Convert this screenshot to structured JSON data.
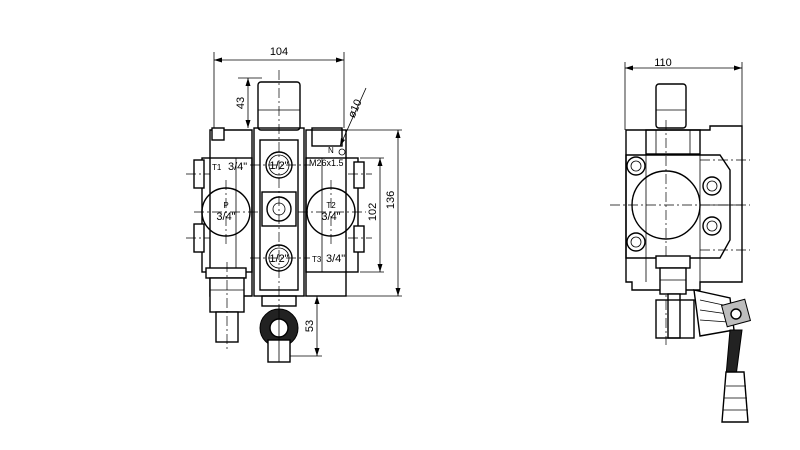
{
  "front_view": {
    "dim_width": "104",
    "dim_top": "43",
    "dim_hole": "ø10",
    "dim_height_outer": "136",
    "dim_height_inner": "102",
    "dim_handle": "53",
    "port_T1": "T1",
    "port_T1_size": "3/4\"",
    "port_N": "N",
    "port_N_thread": "M26x1.5",
    "port_P": "P",
    "port_P_size": "3/4\"",
    "port_T2": "T2",
    "port_T2_size": "3/4\"",
    "port_T3": "T3",
    "port_T3_size": "3/4\"",
    "port_A": "1/2\"",
    "port_B": "1/2\""
  },
  "side_view": {
    "dim_width": "110"
  }
}
